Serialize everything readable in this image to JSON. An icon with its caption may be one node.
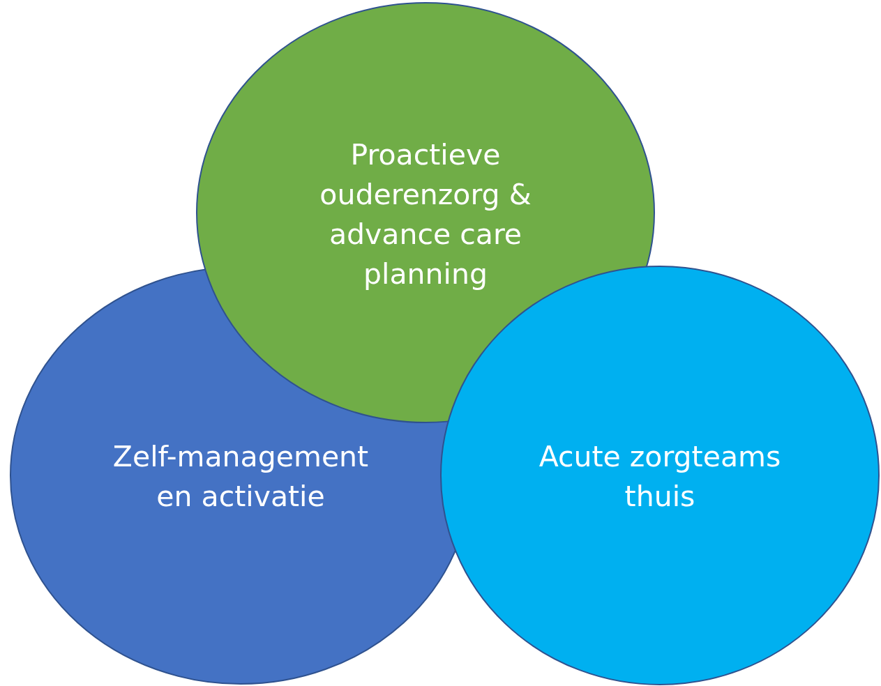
{
  "diagram": {
    "nodes": [
      {
        "text": [
          "Proactieve ouderenzorg & advance care planning"
        ]
      },
      {
        "text": [
          "Zelf-management en activatie"
        ]
      },
      {
        "text": [
          "Acute zorgteams thuis"
        ]
      }
    ],
    "edges": []
  }
}
